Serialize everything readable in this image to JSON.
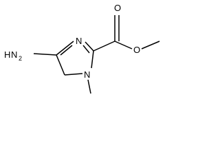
{
  "molecule": {
    "atoms": {
      "n_ring_top": "N",
      "o_carbonyl": "O",
      "o_ester": "O",
      "nh2_n": "N",
      "nh2_h": "H",
      "nh2_sub": "2",
      "n_ring_methyl": "N"
    }
  }
}
